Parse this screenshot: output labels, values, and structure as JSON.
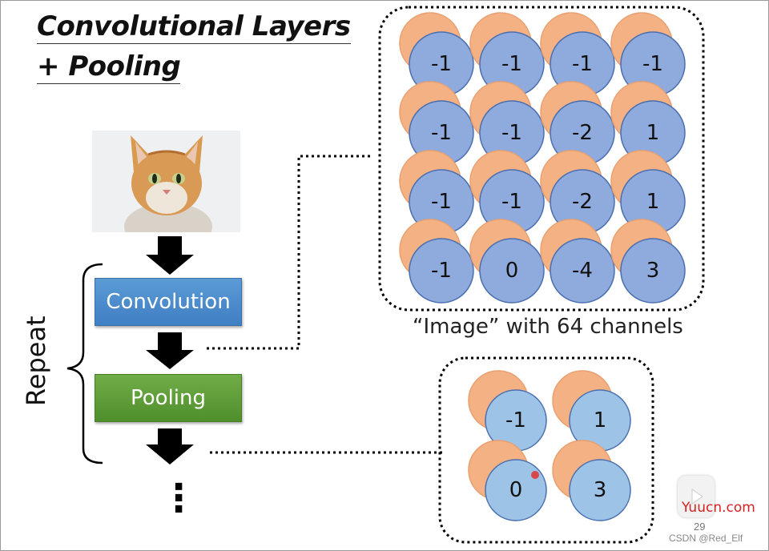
{
  "slide": {
    "title_line1": "Convolutional Layers",
    "title_line2": "+ Pooling",
    "convolution_label": "Convolution",
    "pooling_label": "Pooling",
    "repeat_label": "Repeat",
    "ellipsis": "⋮",
    "caption": "“Image” with 64 channels",
    "page_number": "29",
    "watermark": "CSDN @Red_Elf",
    "logo_text": "Yuucn.com"
  },
  "colors": {
    "convolution": "#5b9bd5",
    "pooling": "#70ad47",
    "front_circle": "#8faadc",
    "back_circle": "#f4b183"
  },
  "icons": [
    "cat-photo",
    "down-arrow-icon",
    "brace-icon",
    "dotted-connector"
  ],
  "conv_grid": [
    [
      "-1",
      "-1",
      "-1",
      "-1"
    ],
    [
      "-1",
      "-1",
      "-2",
      "1"
    ],
    [
      "-1",
      "-1",
      "-2",
      "1"
    ],
    [
      "-1",
      "0",
      "-4",
      "3"
    ]
  ],
  "pool_grid": [
    [
      "-1",
      "1"
    ],
    [
      "0",
      "3"
    ]
  ]
}
